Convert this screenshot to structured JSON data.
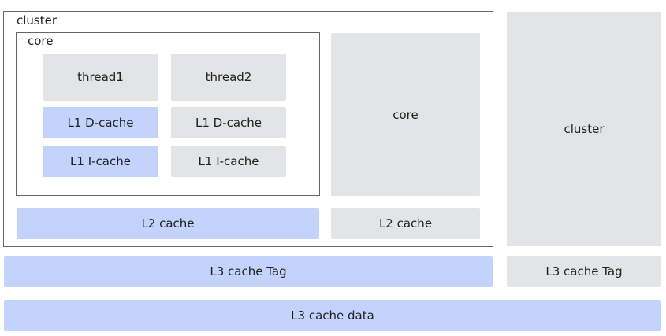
{
  "colors": {
    "highlight_fill": "#c3d3fb",
    "plain_fill": "#e2e4e5",
    "frame_border": "#666666"
  },
  "cluster_frame": {
    "label": "cluster",
    "core_frame": {
      "label": "core",
      "thread1": "thread1",
      "thread2": "thread2",
      "l1_dcache_1": "L1 D-cache",
      "l1_dcache_2": "L1 D-cache",
      "l1_icache_1": "L1 I-cache",
      "l1_icache_2": "L1 I-cache"
    },
    "core_2": "core",
    "l2_cache_1": "L2 cache",
    "l2_cache_2": "L2 cache"
  },
  "cluster_2": "cluster",
  "l3_tag_1": "L3 cache Tag",
  "l3_tag_2": "L3 cache Tag",
  "l3_data": "L3 cache data"
}
